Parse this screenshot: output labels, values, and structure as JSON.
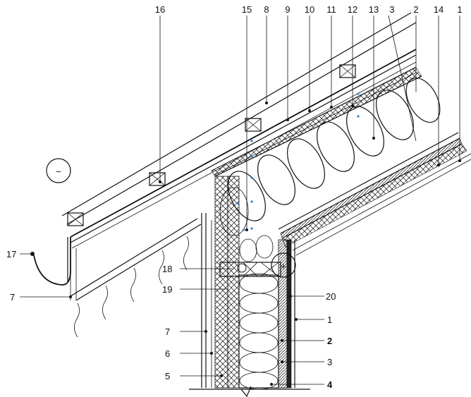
{
  "drawing": {
    "callouts": [
      {
        "id": "c16",
        "text": "16"
      },
      {
        "id": "c15",
        "text": "15"
      },
      {
        "id": "c8",
        "text": "8"
      },
      {
        "id": "c9",
        "text": "9"
      },
      {
        "id": "c10",
        "text": "10"
      },
      {
        "id": "c11",
        "text": "11"
      },
      {
        "id": "c12",
        "text": "12"
      },
      {
        "id": "c13",
        "text": "13"
      },
      {
        "id": "c3top",
        "text": "3"
      },
      {
        "id": "c2top",
        "text": "2"
      },
      {
        "id": "c14",
        "text": "14"
      },
      {
        "id": "c1top",
        "text": "1"
      },
      {
        "id": "c17",
        "text": "17"
      },
      {
        "id": "c7a",
        "text": "7"
      },
      {
        "id": "c18",
        "text": "18"
      },
      {
        "id": "c19",
        "text": "19"
      },
      {
        "id": "c20",
        "text": "20"
      },
      {
        "id": "c1r",
        "text": "1"
      },
      {
        "id": "c2r",
        "text": "2"
      },
      {
        "id": "c3r",
        "text": "3"
      },
      {
        "id": "c4r",
        "text": "4"
      },
      {
        "id": "c7b",
        "text": "7"
      },
      {
        "id": "c6",
        "text": "6"
      },
      {
        "id": "c5",
        "text": "5"
      }
    ],
    "symbols": {
      "minus": "−",
      "plus": "+"
    }
  }
}
